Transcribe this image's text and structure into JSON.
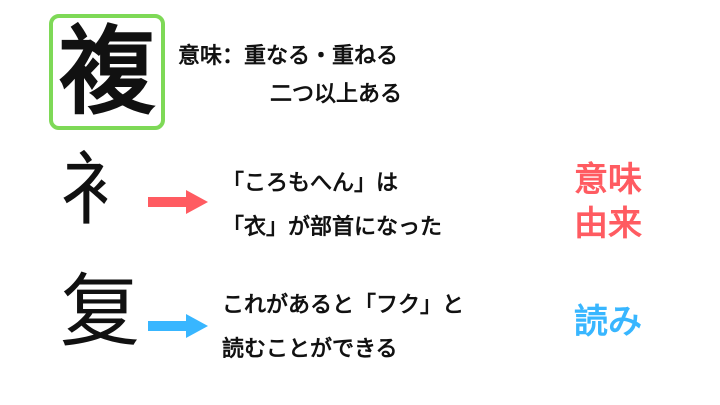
{
  "kanji": "複",
  "meaning": {
    "line1": "意味：重なる・重ねる",
    "line2": "二つ以上ある"
  },
  "radical": {
    "glyph": "衤",
    "line1": "「ころもへん」は",
    "line2": "「衣」が部首になった",
    "tag_line1": "意味",
    "tag_line2": "由来",
    "color": "#ff5b61"
  },
  "phonetic": {
    "glyph": "复",
    "line1": "これがあると「フク」と",
    "line2": "読むことができる",
    "tag": "読み",
    "color": "#38b6ff"
  },
  "frame_color": "#7ed957"
}
